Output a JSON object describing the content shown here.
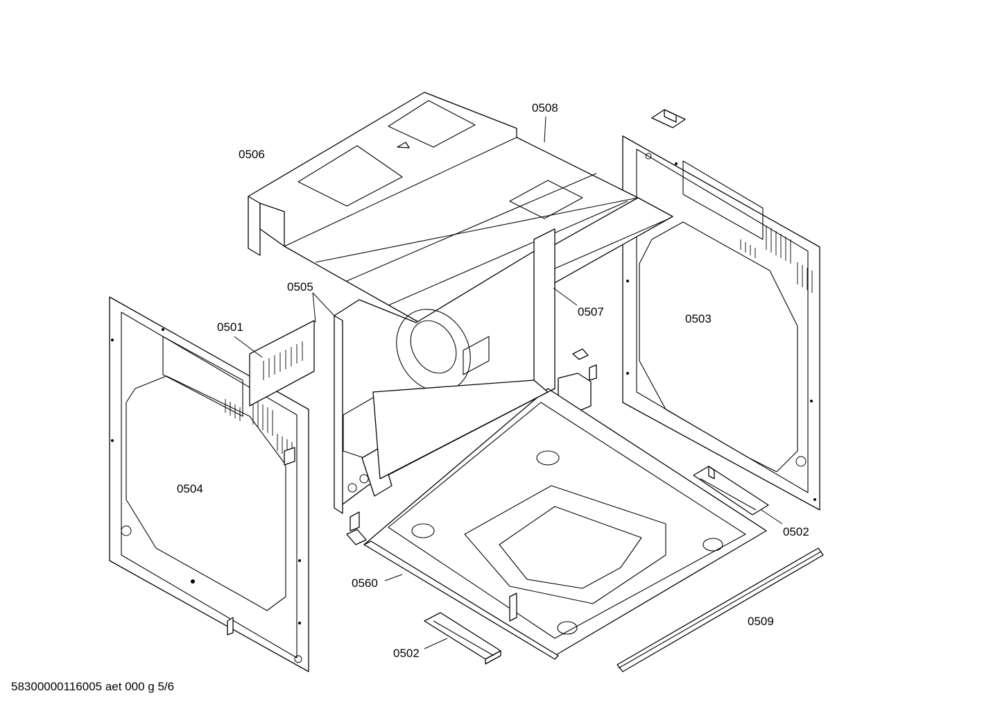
{
  "diagram": {
    "callouts": {
      "p0501": "0501",
      "p0502a": "0502",
      "p0502b": "0502",
      "p0503": "0503",
      "p0504": "0504",
      "p0505": "0505",
      "p0506": "0506",
      "p0507": "0507",
      "p0508": "0508",
      "p0509": "0509",
      "p0560": "0560"
    },
    "footer": "58300000116005 aet 000 g 5/6"
  }
}
